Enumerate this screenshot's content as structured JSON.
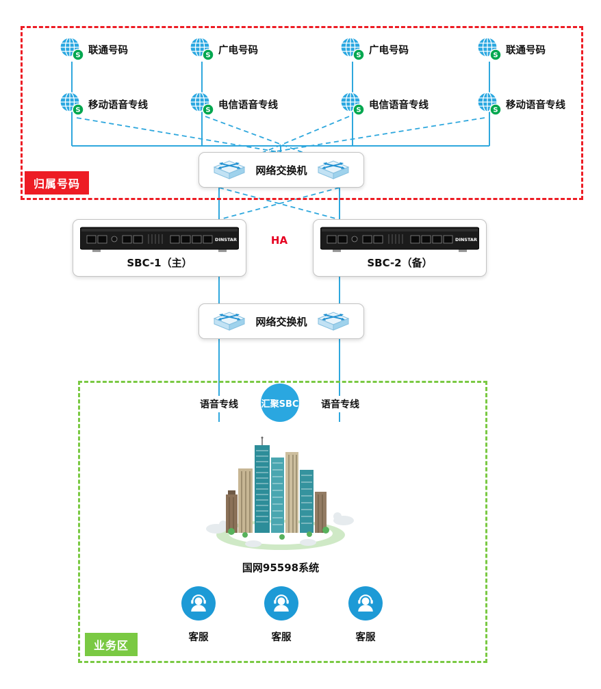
{
  "zones": {
    "home": {
      "label": "归属号码"
    },
    "business": {
      "label": "业务区"
    }
  },
  "carriers": {
    "row1": [
      {
        "label": "联通号码"
      },
      {
        "label": "广电号码"
      },
      {
        "label": "广电号码"
      },
      {
        "label": "联通号码"
      }
    ],
    "row2": [
      {
        "label": "移动语音专线"
      },
      {
        "label": "电信语音专线"
      },
      {
        "label": "电信语音专线"
      },
      {
        "label": "移动语音专线"
      }
    ]
  },
  "switches": {
    "top": {
      "label": "网络交换机"
    },
    "bottom": {
      "label": "网络交换机"
    }
  },
  "sbc": {
    "primary": {
      "label": "SBC-1（主）",
      "brand": "DINSTAR"
    },
    "backup": {
      "label": "SBC-2（备）",
      "brand": "DINSTAR"
    },
    "ha_label": "HA"
  },
  "links": {
    "voice_left": "语音专线",
    "voice_right": "语音专线",
    "aggregate_sbc": "汇聚SBC"
  },
  "system": {
    "label": "国网95598系统"
  },
  "agents": [
    {
      "label": "客服"
    },
    {
      "label": "客服"
    },
    {
      "label": "客服"
    }
  ],
  "colors": {
    "line_blue": "#2ea7dd",
    "zone_red": "#ed1c24",
    "zone_green": "#7ac943",
    "node_blue": "#2aa7e0",
    "sip_green": "#00a74f",
    "ha_red": "#e60021"
  }
}
